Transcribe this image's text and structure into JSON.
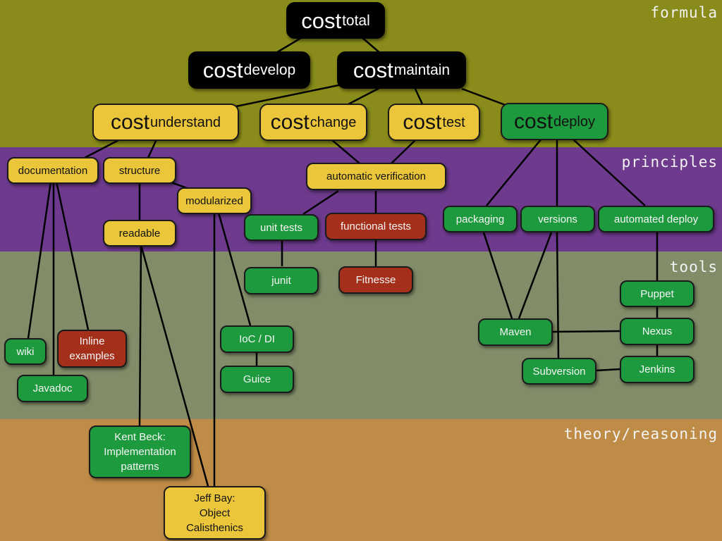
{
  "bands": [
    {
      "key": "formula",
      "label": "formula"
    },
    {
      "key": "principles",
      "label": "principles"
    },
    {
      "key": "tools",
      "label": "tools"
    },
    {
      "key": "theory",
      "label": "theory/reasoning"
    }
  ],
  "colors": {
    "formula_band": "#898b1a",
    "principles_band": "#6e3a8e",
    "tools_band": "#828c68",
    "theory_band": "#bf8c47",
    "principle_node": "#ebc63a",
    "tool_node": "#1e9a3e",
    "missing_node": "#a4301b",
    "formula_node": "#000000"
  },
  "nodes": {
    "cost_total": {
      "base": "cost",
      "sub": "total"
    },
    "cost_develop": {
      "base": "cost",
      "sub": "develop"
    },
    "cost_maintain": {
      "base": "cost",
      "sub": "maintain"
    },
    "cost_understand": {
      "base": "cost",
      "sub": "understand"
    },
    "cost_change": {
      "base": "cost",
      "sub": "change"
    },
    "cost_test": {
      "base": "cost",
      "sub": "test"
    },
    "cost_deploy": {
      "base": "cost",
      "sub": "deploy"
    },
    "documentation": {
      "label": "documentation"
    },
    "structure": {
      "label": "structure"
    },
    "modularized": {
      "label": "modularized"
    },
    "readable": {
      "label": "readable"
    },
    "automatic_verification": {
      "label": "automatic verification"
    },
    "unit_tests": {
      "label": "unit tests"
    },
    "functional_tests": {
      "label": "functional tests"
    },
    "packaging": {
      "label": "packaging"
    },
    "versions": {
      "label": "versions"
    },
    "automated_deploy": {
      "label": "automated deploy"
    },
    "junit": {
      "label": "junit"
    },
    "fitnesse": {
      "label": "Fitnesse"
    },
    "wiki": {
      "label": "wiki"
    },
    "inline_examples": {
      "label": "Inline examples"
    },
    "javadoc": {
      "label": "Javadoc"
    },
    "ioc_di": {
      "label": "IoC / DI"
    },
    "guice": {
      "label": "Guice"
    },
    "maven": {
      "label": "Maven"
    },
    "puppet": {
      "label": "Puppet"
    },
    "nexus": {
      "label": "Nexus"
    },
    "subversion": {
      "label": "Subversion"
    },
    "jenkins": {
      "label": "Jenkins"
    },
    "kent_beck": {
      "label": "Kent Beck: Implementation patterns"
    },
    "jeff_bay": {
      "label": "Jeff Bay: Object Calisthenics"
    }
  }
}
